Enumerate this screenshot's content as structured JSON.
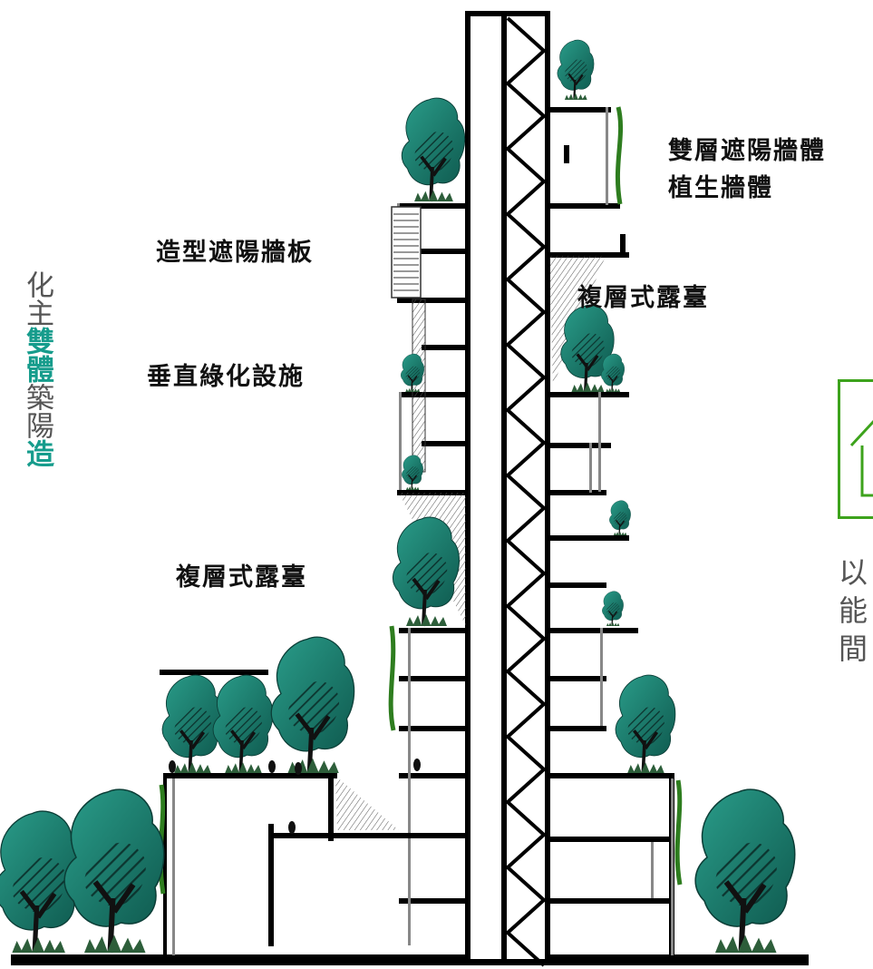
{
  "labels": {
    "double_shading_wall": "雙層遮陽牆體",
    "green_wall": "植生牆體",
    "shaping_shade_panel": "造型遮陽牆板",
    "terrace_right": "複層式露臺",
    "vertical_green": "垂直綠化設施",
    "terrace_left": "複層式露臺"
  },
  "left_column": {
    "chars": [
      "化",
      "主",
      "雙",
      "體",
      "築",
      "陽",
      "造"
    ],
    "highlighted": [
      false,
      false,
      true,
      true,
      false,
      false,
      true
    ],
    "highlight_color": "#169c8c"
  },
  "right_text": {
    "icon": "house-frame-icon",
    "lines": [
      "以",
      "能",
      "間"
    ],
    "box_color": "#3da31c"
  },
  "colors": {
    "tree_dark": "#0f5a4f",
    "tree_light": "#2a9d8a",
    "structure": "#000000",
    "vine": "#2e7d1f"
  }
}
